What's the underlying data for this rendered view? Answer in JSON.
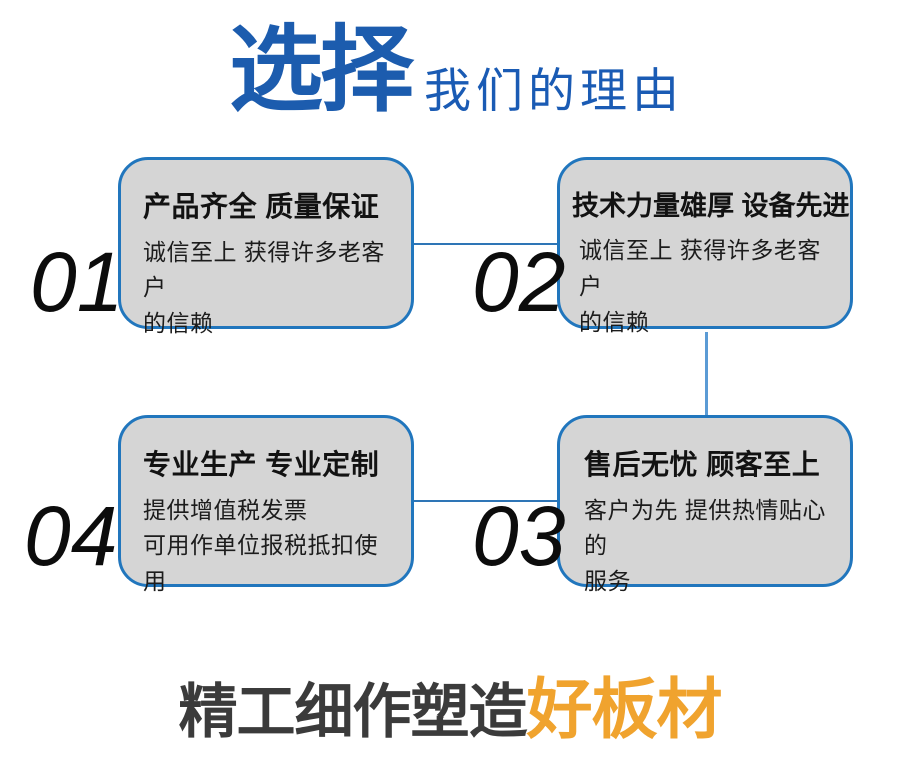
{
  "title": {
    "highlight": "选择",
    "rest": "我们的理由"
  },
  "features": [
    {
      "number": "01",
      "heading": "产品齐全 质量保证",
      "description": "诚信至上 获得许多老客户\n的信赖"
    },
    {
      "number": "02",
      "heading": "技术力量雄厚 设备先进",
      "description": "诚信至上 获得许多老客户\n的信赖"
    },
    {
      "number": "03",
      "heading": "售后无忧 顾客至上",
      "description": "客户为先 提供热情贴心的\n服务"
    },
    {
      "number": "04",
      "heading": "专业生产 专业定制",
      "description": "提供增值税发票\n可用作单位报税抵扣使用"
    }
  ],
  "tagline": {
    "dark": "精工细作塑造",
    "accent": "好板材"
  },
  "colors": {
    "title_blue": "#1C5CAE",
    "box_border_blue": "#2176BD",
    "connector_blue": "#5B9BD5",
    "box_fill_gray": "#D5D5D5",
    "tagline_dark": "#3B3B3B",
    "tagline_orange": "#F0A32E"
  }
}
